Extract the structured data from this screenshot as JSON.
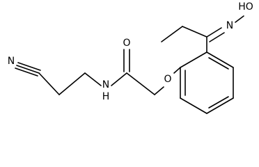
{
  "molecule": {
    "atom_labels": {
      "nitrile_n": "N",
      "amide_nh": "N",
      "amide_h": "H",
      "carbonyl_o": "O",
      "ether_o": "O",
      "oxime_n": "N",
      "oxime_ho": "HO"
    }
  }
}
